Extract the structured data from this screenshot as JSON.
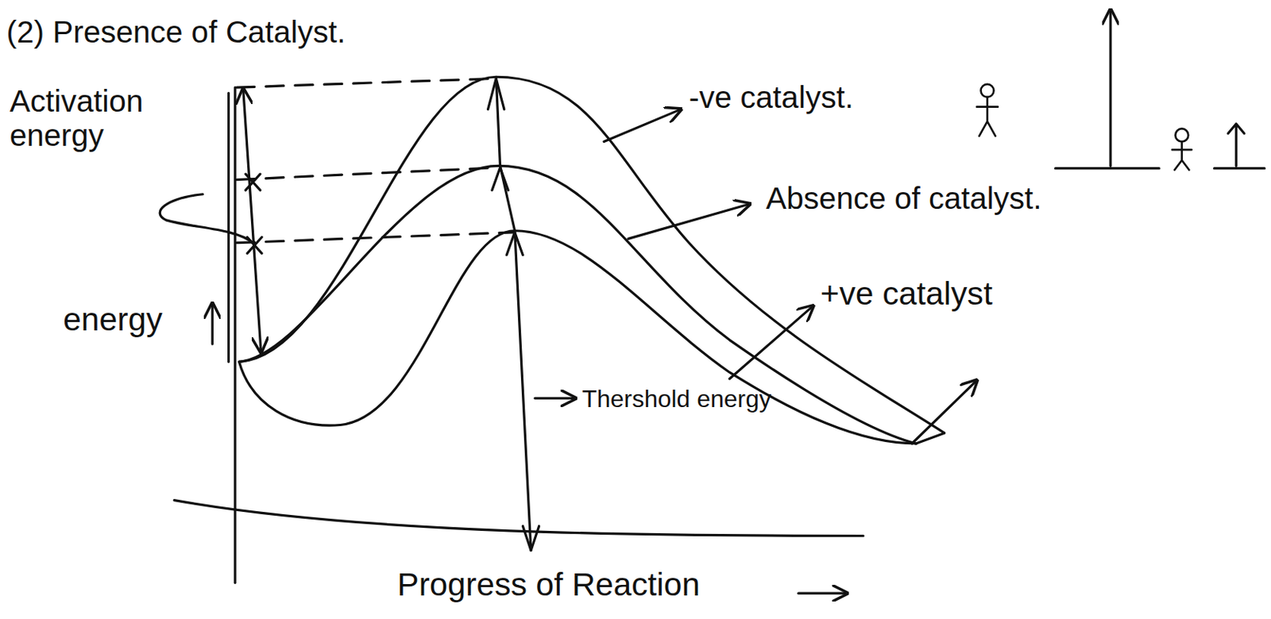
{
  "diagram": {
    "title": "(2) Presence of Catalyst.",
    "labels": [
      "Activation energy",
      "-ve catalyst.",
      "Absence of catalyst.",
      "energy",
      "+ve catalyst",
      "Thershold energy",
      "Progress of Reaction"
    ]
  }
}
